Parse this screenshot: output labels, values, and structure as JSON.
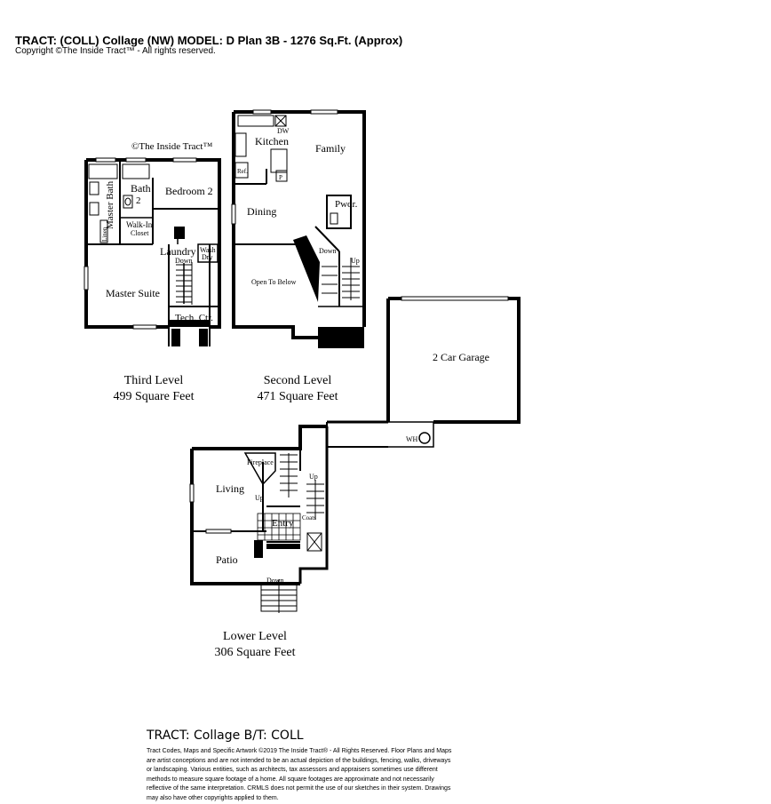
{
  "header": {
    "title": "TRACT: (COLL) Collage (NW)   MODEL: D Plan 3B  -  1276 Sq.Ft. (Approx)",
    "copyright": "Copyright  ©The Inside Tract™ - All rights reserved."
  },
  "plan_watermark": "©The Inside Tract™",
  "third_level": {
    "caption": "Third Level",
    "area": "499 Square Feet",
    "rooms": {
      "bath2": "Bath",
      "bath2_num": "2",
      "bedroom2": "Bedroom 2",
      "master_bath": "Master Bath",
      "linen": "Linen",
      "walkin": "Walk-In",
      "closet": "Closet",
      "laundry": "Laundry",
      "down": "Down",
      "wash": "Wash",
      "dry": "Dry",
      "master_suite": "Master Suite",
      "tech_ctr": "Tech. Ctr."
    }
  },
  "second_level": {
    "caption": "Second Level",
    "area": "471 Square Feet",
    "rooms": {
      "kitchen": "Kitchen",
      "dw": "DW",
      "family": "Family",
      "ref": "Ref.",
      "p": "P",
      "dining": "Dining",
      "pwdr": "Pwdr.",
      "down": "Down",
      "up": "Up",
      "open_to_below": "Open To Below"
    }
  },
  "garage": {
    "label": "2 Car Garage",
    "wh": "WH"
  },
  "lower_level": {
    "caption": "Lower Level",
    "area": "306 Square Feet",
    "rooms": {
      "fireplace": "Fireplace",
      "living": "Living",
      "up": "Up",
      "up2": "Up",
      "entry": "Entry",
      "coats": "Coats",
      "patio": "Patio",
      "down": "Down"
    }
  },
  "footer": {
    "tract": "TRACT: Collage  B/T: COLL",
    "disclaimer": "Tract Codes, Maps and Specific Artwork ©2019 The Inside Tract® - All Rights Reserved. Floor Plans and Maps are artist conceptions and are not intended to be an actual depiction of the buildings, fencing, walks, driveways or landscaping. Various entities, such as architects, tax assessors and appraisers sometimes use different methods to measure square footage of a home. All square footages are approximate and not necessarily reflective of the same interpretation. CRMLS does not permit the use of our sketches in their system. Drawings may also have other copyrights applied to them."
  }
}
